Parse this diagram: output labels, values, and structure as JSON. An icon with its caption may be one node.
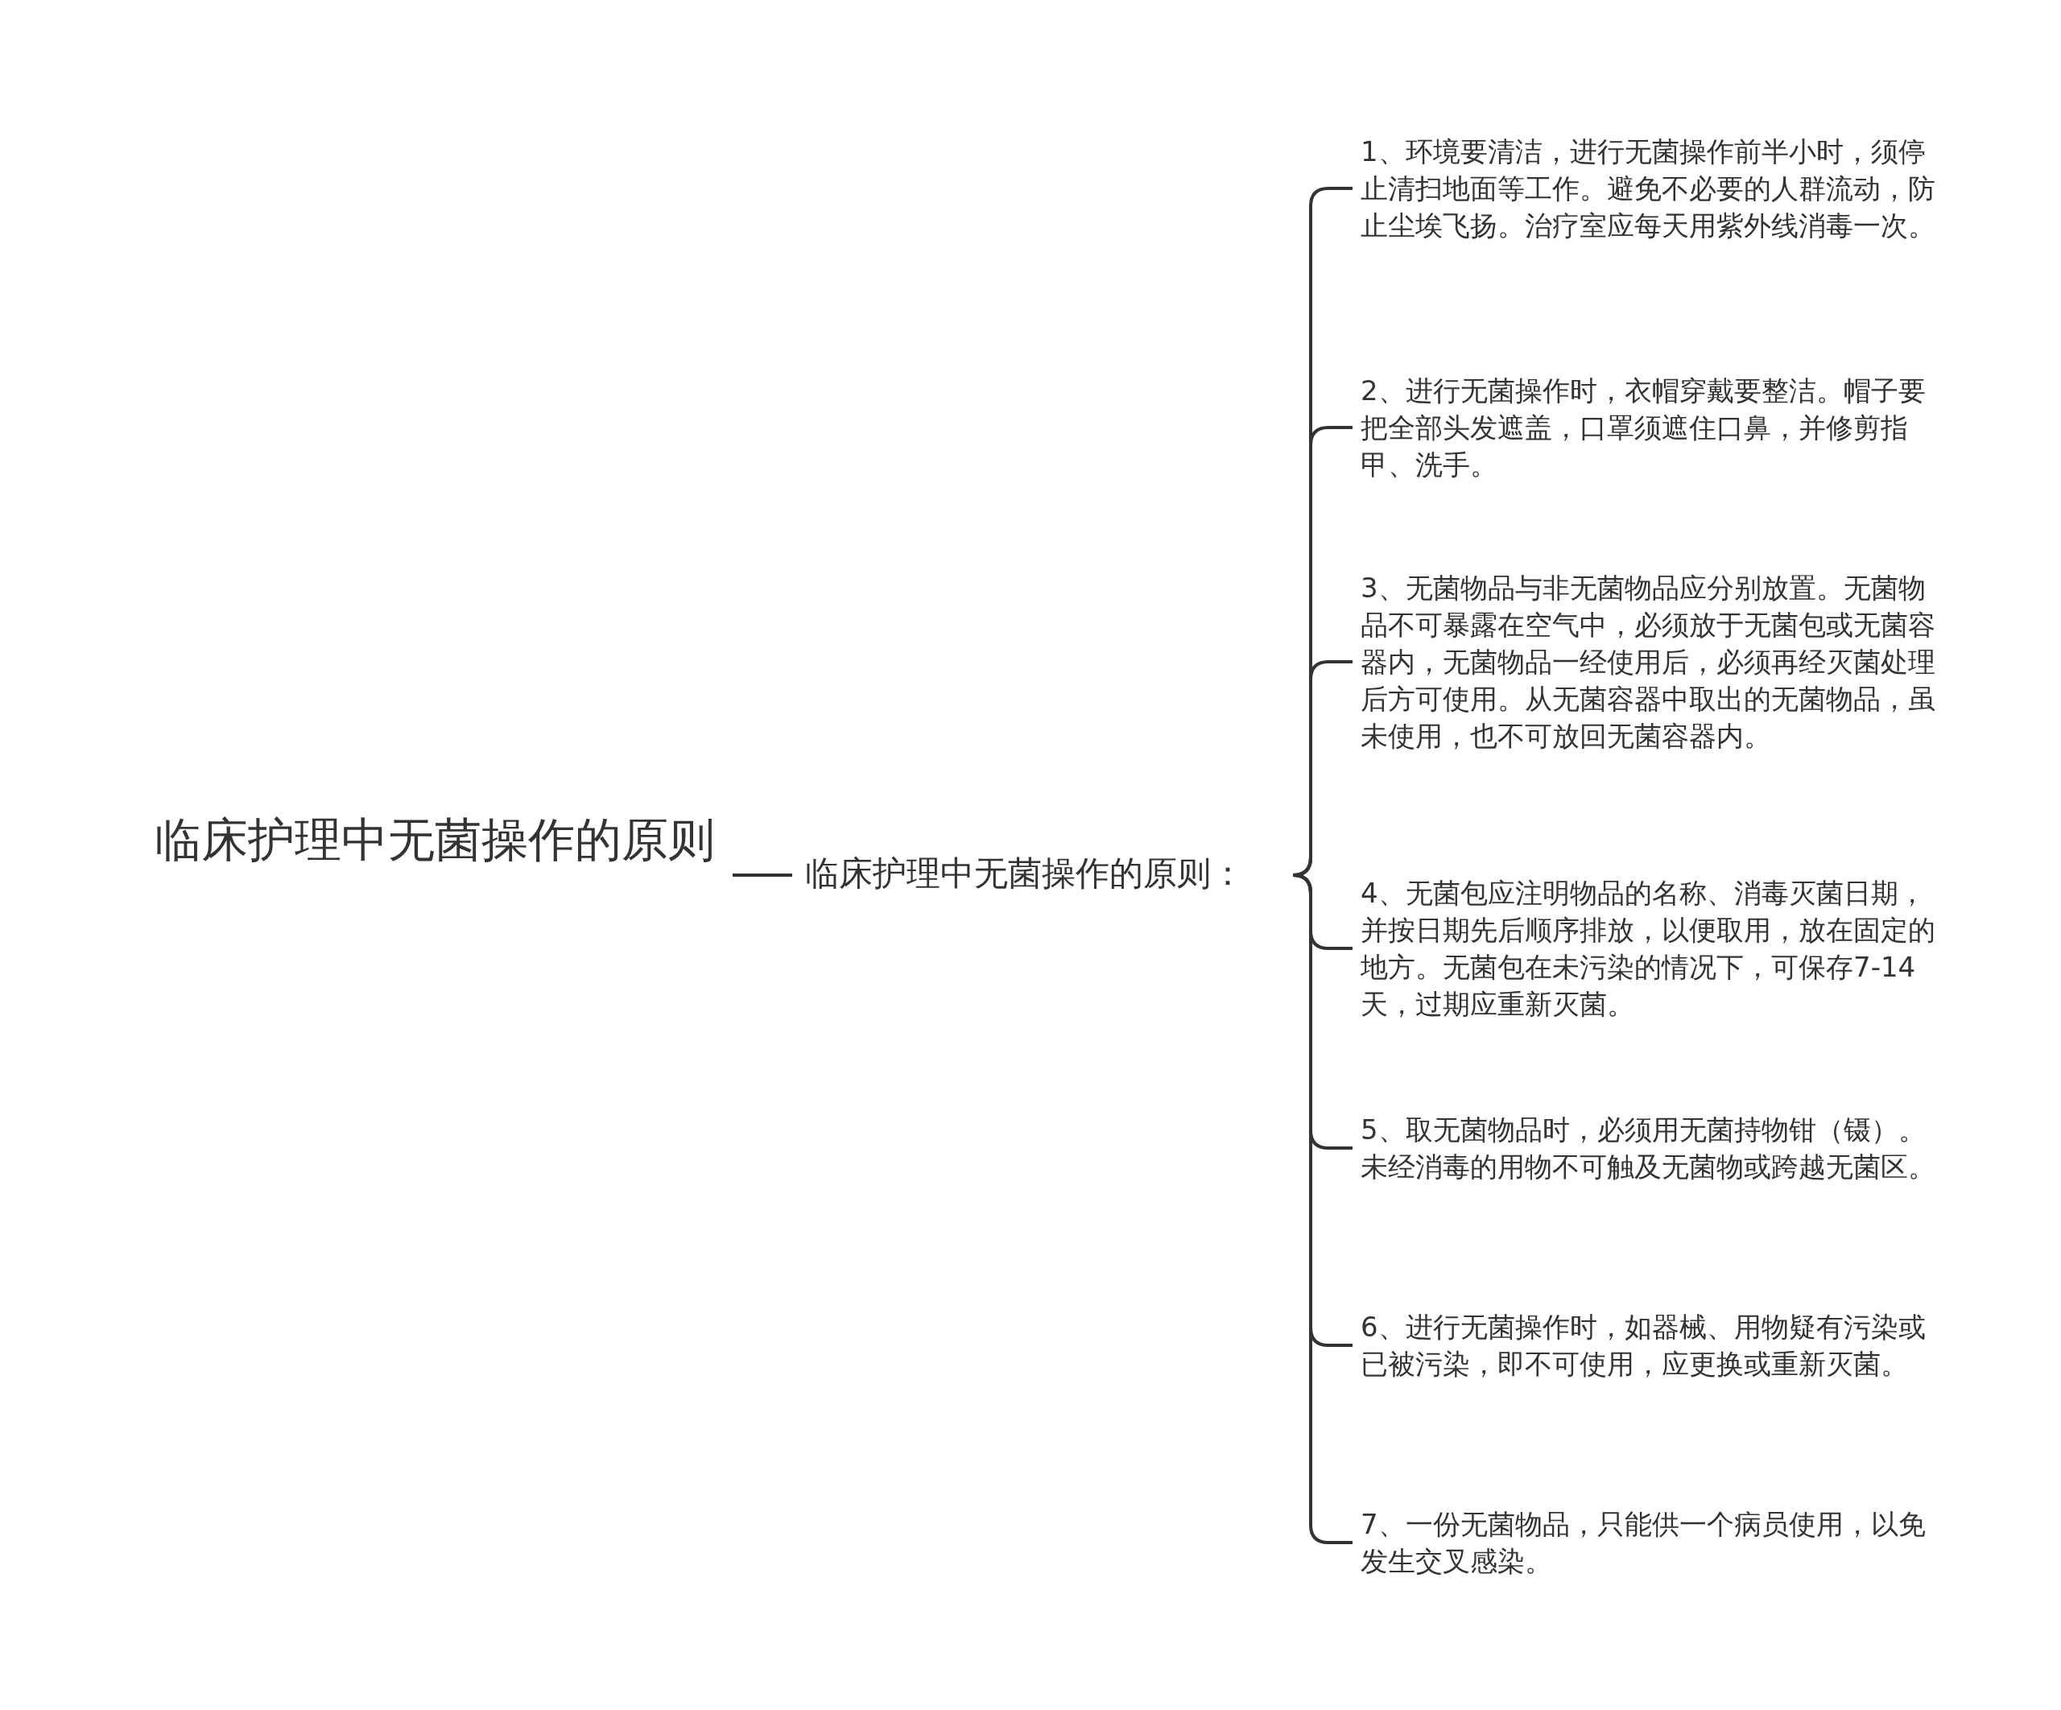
{
  "diagram": {
    "nodes": [
      {
        "text": [
          "临床护理中无菌操作的原则"
        ]
      },
      {
        "text": [
          "临床护理中无菌操作的原则："
        ]
      },
      {
        "text": [
          "1、环境要清洁，进行无菌操作前半小时，须停止清扫地面等工作。避免不必要的人群流动，防止尘埃飞扬。治疗室应每天用紫外线消毒一次。"
        ]
      },
      {
        "text": [
          "2、进行无菌操作时，衣帽穿戴要整洁。帽子要把全部头发遮盖，口罩须遮住口鼻，并修剪指甲、洗手。"
        ]
      },
      {
        "text": [
          "3、无菌物品与非无菌物品应分别放置。无菌物品不可暴露在空气中，必须放于无菌包或无菌容器内，无菌物品一经使用后，必须再经灭菌处理后方可使用。从无菌容器中取出的无菌物品，虽未使用，也不可放回无菌容器内。"
        ]
      },
      {
        "text": [
          "4、无菌包应注明物品的名称、消毒灭菌日期，并按日期先后顺序排放，以便取用，放在固定的地方。无菌包在未污染的情况下，可保存7-14天，过期应重新灭菌。"
        ]
      },
      {
        "text": [
          "5、取无菌物品时，必须用无菌持物钳（镊）。未经消毒的用物不可触及无菌物或跨越无菌区。"
        ]
      },
      {
        "text": [
          "6、进行无菌操作时，如器械、用物疑有污染或已被污染，即不可使用，应更换或重新灭菌。"
        ]
      },
      {
        "text": [
          "7、一份无菌物品，只能供一个病员使用，以免发生交叉感染。"
        ]
      }
    ],
    "edges": [
      {
        "from": 0,
        "to": 1,
        "arrow": "none"
      },
      {
        "from": 1,
        "to": 2,
        "arrow": "none"
      },
      {
        "from": 1,
        "to": 3,
        "arrow": "none"
      },
      {
        "from": 1,
        "to": 4,
        "arrow": "none"
      },
      {
        "from": 1,
        "to": 5,
        "arrow": "none"
      },
      {
        "from": 1,
        "to": 6,
        "arrow": "none"
      },
      {
        "from": 1,
        "to": 7,
        "arrow": "none"
      },
      {
        "from": 1,
        "to": 8,
        "arrow": "none"
      }
    ]
  }
}
